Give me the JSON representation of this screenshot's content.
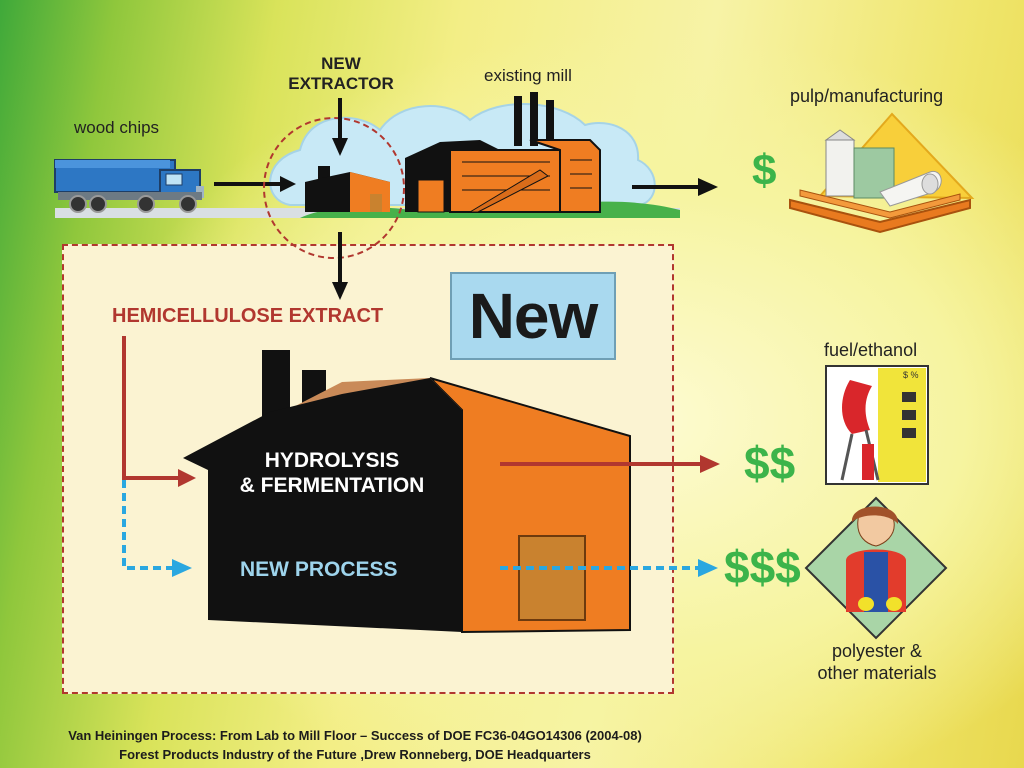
{
  "labels": {
    "new_extractor_line1": "NEW",
    "new_extractor_line2": "EXTRACTOR",
    "existing_mill": "existing mill",
    "wood_chips": "wood chips",
    "pulp_manufacturing": "pulp/manufacturing",
    "hemicellulose_extract": "HEMICELLULOSE EXTRACT",
    "new_badge": "New",
    "hydrolysis_line1": "HYDROLYSIS",
    "hydrolysis_line2": "& FERMENTATION",
    "new_process": "NEW PROCESS",
    "fuel_ethanol": "fuel/ethanol",
    "polyester_line1": "polyester &",
    "polyester_line2": "other materials",
    "pump_sign": "$ %"
  },
  "money": {
    "pulp": "$",
    "fuel": "$$",
    "polyester": "$$$"
  },
  "footer": {
    "line1": "Van Heiningen Process: From Lab to Mill Floor – Success of DOE FC36-04GO14306 (2004-08)",
    "line2": "Forest Products Industry of the Future ,Drew Ronneberg, DOE Headquarters"
  },
  "colors": {
    "accent_red": "#b1372f",
    "money_green": "#3cb44a",
    "dashed_blue": "#2aa7e0",
    "building_orange": "#ef7d22",
    "process_text_blue": "#9ed4ec"
  }
}
